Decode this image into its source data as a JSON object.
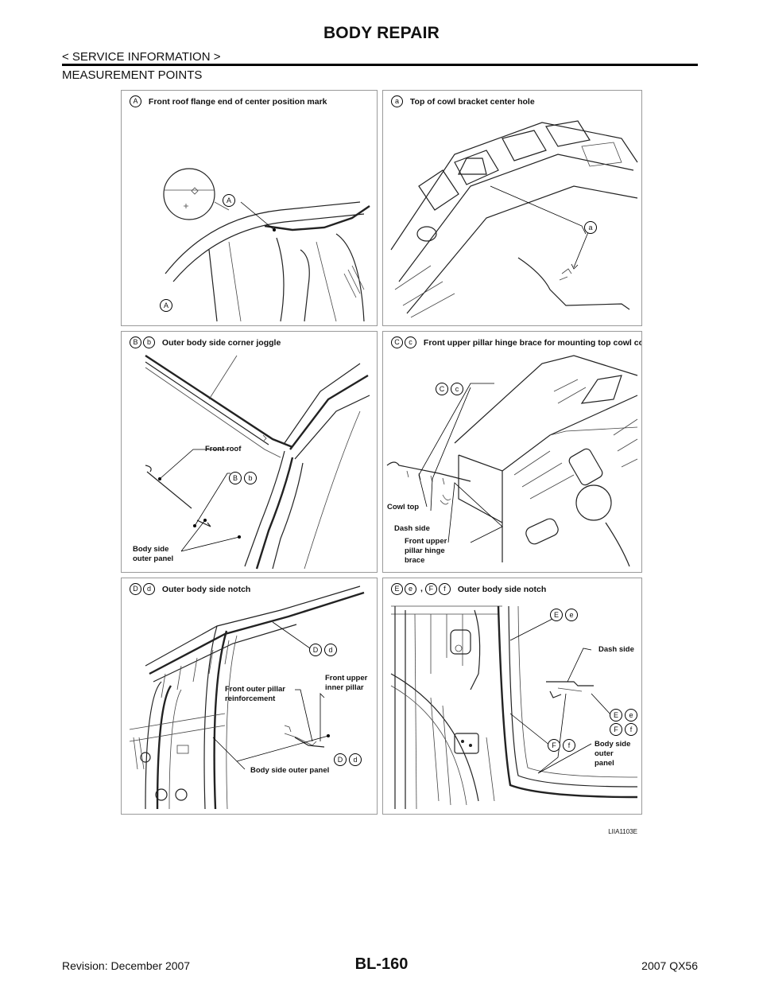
{
  "header": {
    "title": "BODY REPAIR",
    "subtitle": "< SERVICE INFORMATION >",
    "section": "MEASUREMENT POINTS"
  },
  "panels": [
    {
      "markers": [
        "A"
      ],
      "caption": "Front roof flange end of center position mark",
      "labels": [],
      "callouts": [
        [
          "A"
        ],
        [
          "A"
        ]
      ]
    },
    {
      "markers": [
        "a"
      ],
      "caption": "Top of cowl bracket center hole",
      "labels": [],
      "callouts": [
        [
          "a"
        ]
      ]
    },
    {
      "markers": [
        "B",
        "b"
      ],
      "caption": "Outer body side corner joggle",
      "labels": [
        "Front roof",
        "Body side\nouter panel"
      ],
      "callouts": [
        [
          "B",
          "b"
        ]
      ]
    },
    {
      "markers": [
        "C",
        "c"
      ],
      "caption": "Front upper pillar hinge brace for mounting top cowl cover",
      "labels": [
        "Cowl top",
        "Dash side",
        "Front upper\npillar hinge\nbrace"
      ],
      "callouts": [
        [
          "C",
          "c"
        ]
      ]
    },
    {
      "markers": [
        "D",
        "d"
      ],
      "caption": "Outer body side notch",
      "labels": [
        "Front outer pillar\nreinforcement",
        "Front upper\ninner pillar",
        "Body side outer panel"
      ],
      "callouts": [
        [
          "D",
          "d"
        ],
        [
          "D",
          "d"
        ]
      ]
    },
    {
      "markers": [
        "E",
        "e",
        "F",
        "f"
      ],
      "caption": "Outer body side notch",
      "separator": ",",
      "labels": [
        "Dash side",
        "Body side\nouter\npanel"
      ],
      "callouts": [
        [
          "E",
          "e"
        ],
        [
          "E",
          "e"
        ],
        [
          "F",
          "f"
        ],
        [
          "F",
          "f"
        ]
      ]
    }
  ],
  "figure_id": "LIIA1103E",
  "footer": {
    "revision": "Revision: December 2007",
    "page": "BL-160",
    "model": "2007 QX56"
  }
}
